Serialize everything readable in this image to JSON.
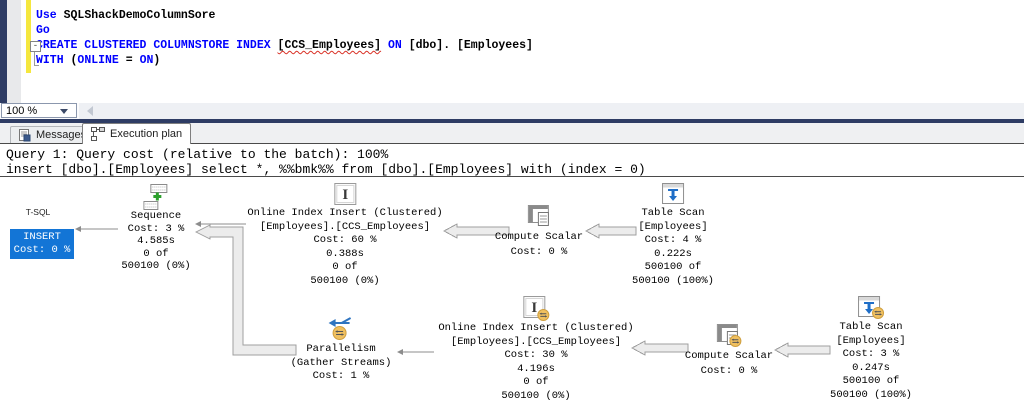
{
  "code": {
    "line1_kw": "Use ",
    "line1_id": "SQLShackDemoColumnSore",
    "line2_kw": "Go",
    "line3_kw1": "CREATE CLUSTERED COLUMNSTORE INDEX ",
    "line3_id1": "[CCS_Employees]",
    "line3_kw2": " ON ",
    "line3_id2": "[dbo]. [Employees]",
    "line4_kw1": "WITH ",
    "line4_p1": "(",
    "line4_kw2": "ONLINE",
    "line4_p2": " = ",
    "line4_kw3": "ON",
    "line4_p3": ")",
    "collapse_glyph": "-"
  },
  "zoom_control": {
    "value": "100 %"
  },
  "tabs": {
    "messages": "Messages",
    "execution_plan": "Execution plan"
  },
  "plan": {
    "header_line1": "Query 1: Query cost (relative to the batch): 100%",
    "header_line2": "insert [dbo].[Employees] select *, %%bmk%% from [dbo].[Employees] with (index = 0)",
    "tsql_label": "T-SQL",
    "insert_node": {
      "line1": "INSERT",
      "line2": "Cost: 0 %"
    },
    "sequence": {
      "title": "Sequence",
      "cost": "Cost: 3 %",
      "time": "4.585s",
      "rows1": "0 of",
      "rows2": "500100 (0%)"
    },
    "oii_top": {
      "title": "Online Index Insert (Clustered)",
      "object": "[Employees].[CCS_Employees]",
      "cost": "Cost: 60 %",
      "time": "0.388s",
      "rows1": "0 of",
      "rows2": "500100 (0%)"
    },
    "cs_top": {
      "title": "Compute Scalar",
      "cost": "Cost: 0 %"
    },
    "ts_top": {
      "title": "Table Scan",
      "object": "[Employees]",
      "cost": "Cost: 4 %",
      "time": "0.222s",
      "rows1": "500100 of",
      "rows2": "500100 (100%)"
    },
    "parallelism": {
      "title": "Parallelism",
      "subtitle": "(Gather Streams)",
      "cost": "Cost: 1 %"
    },
    "oii_bottom": {
      "title": "Online Index Insert (Clustered)",
      "object": "[Employees].[CCS_Employees]",
      "cost": "Cost: 30 %",
      "time": "4.196s",
      "rows1": "0 of",
      "rows2": "500100 (0%)"
    },
    "cs_bottom": {
      "title": "Compute Scalar",
      "cost": "Cost: 0 %"
    },
    "ts_bottom": {
      "title": "Table Scan",
      "object": "[Employees]",
      "cost": "Cost: 3 %",
      "time": "0.247s",
      "rows1": "500100 of",
      "rows2": "500100 (100%)"
    }
  },
  "colors": {
    "keyword_blue": "#0000ff",
    "insert_selected_blue": "#1375d6",
    "change_bar_yellow": "#f5e73e",
    "window_navy": "#2e3c64",
    "error_squiggle_red": "#d93025",
    "arrow_gray": "#9f9f9f"
  }
}
